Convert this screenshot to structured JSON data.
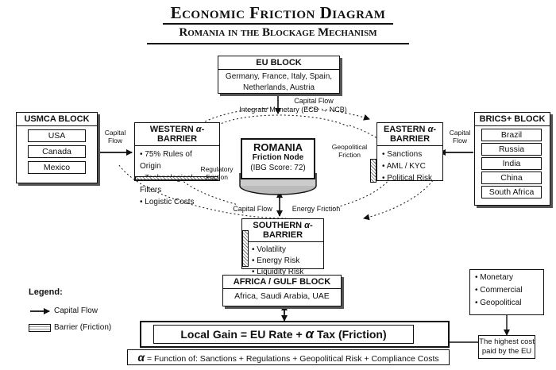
{
  "title": "Economic Friction Diagram",
  "subtitle": "Romania in the Blockage Mechanism",
  "eu_block": {
    "header": "EU BLOCK",
    "countries": "Germany, France, Italy, Spain, Netherlands, Austria"
  },
  "usmca_block": {
    "header": "USMCA BLOCK",
    "countries": [
      "USA",
      "Canada",
      "Mexico"
    ]
  },
  "brics_block": {
    "header": "BRICS+ BLOCK",
    "countries": [
      "Brazil",
      "Russia",
      "India",
      "China",
      "South Africa"
    ]
  },
  "western_barrier": {
    "header_prefix": "WESTERN ",
    "header_suffix": "-BARRIER",
    "items": [
      "75% Rules of Origin",
      "Technological Filters",
      "Logistic Costs"
    ]
  },
  "eastern_barrier": {
    "header_prefix": "EASTERN ",
    "header_suffix": "-BARRIER",
    "items": [
      "Sanctions",
      "AML / KYC",
      "Political Risk"
    ]
  },
  "southern_barrier": {
    "header_prefix": "SOUTHERN ",
    "header_suffix": "-BARRIER",
    "items": [
      "Volatility",
      "Energy Risk",
      "Liquidity Risk"
    ]
  },
  "alpha_symbol": "α",
  "node": {
    "title": "ROMANIA",
    "subtitle": "Friction Node",
    "score": "(IBG Score: 72)"
  },
  "labels": {
    "capital_flow_top": "Capital Flow",
    "integrate_monetary": "Integrate Monetary (ECB → NCB)",
    "capital_flow_left_1": "Capital",
    "capital_flow_left_2": "Flow",
    "capital_flow_right_1": "Capital",
    "capital_flow_right_2": "Flow",
    "regulatory_1": "Regulatory",
    "regulatory_2": "Friction",
    "geopolitical_1": "Geopolitical",
    "geopolitical_2": "Friction",
    "capital_flow_bottom": "Capital Flow",
    "energy_friction": "Energy Friction"
  },
  "africa_block": {
    "header": "AFRICA / GULF BLOCK",
    "countries": "Africa, Saudi Arabia, UAE"
  },
  "legend": {
    "title": "Legend:",
    "capital_flow": "Capital Flow",
    "barrier": "Barrier (Friction)"
  },
  "costs_box": {
    "items": [
      "Monetary",
      "Commercial",
      "Geopolitical"
    ]
  },
  "highest_cost": {
    "line1": "The highest cost",
    "line2": "paid by the EU"
  },
  "equation": {
    "prefix": "Local Gain = EU Rate + ",
    "suffix": " Tax (Friction)"
  },
  "function_line": " = Function of: Sanctions + Regulations + Geopolitical Risk + Compliance Costs"
}
